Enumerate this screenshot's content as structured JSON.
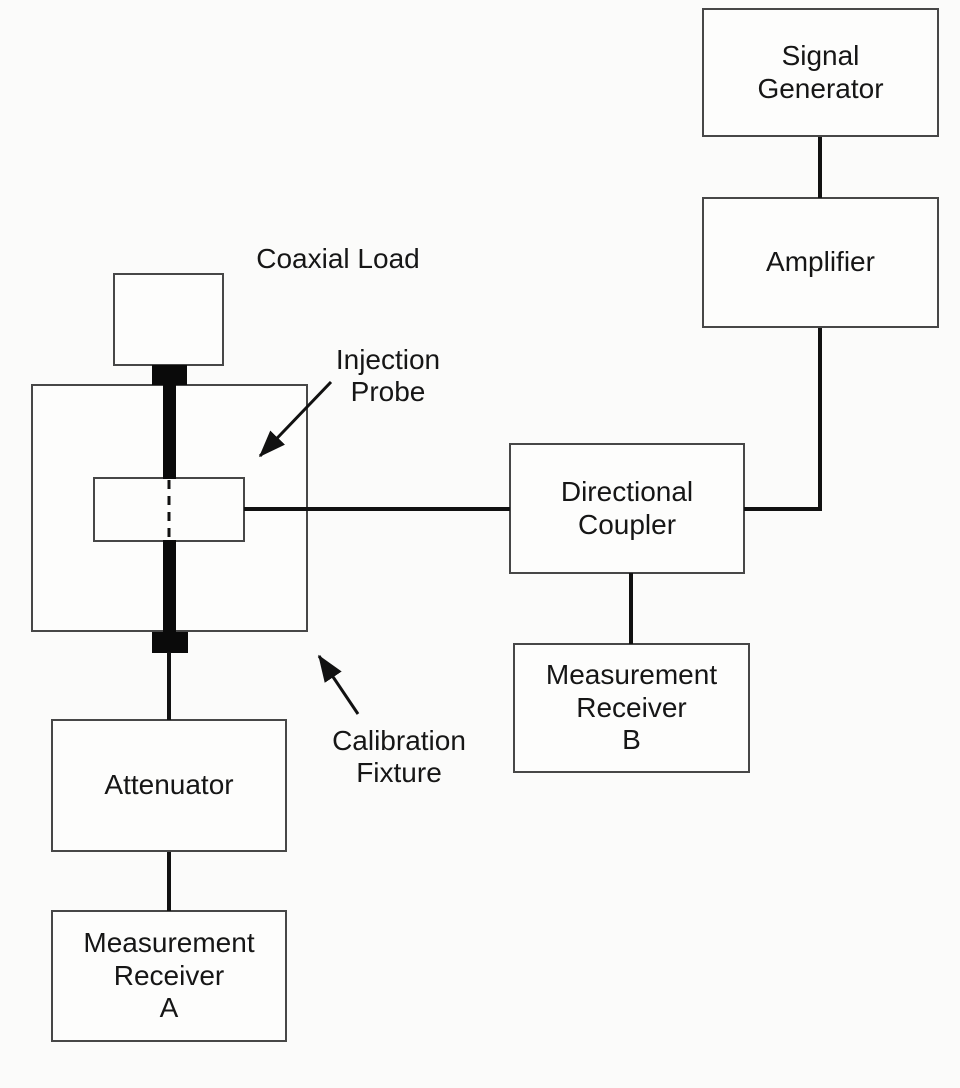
{
  "diagram": {
    "type": "block-diagram",
    "subject": "injection probe calibration setup",
    "colors": {
      "background": "#fbfbfa",
      "box_fill": "#fdfdfc",
      "box_border": "#474747",
      "wire": "#111111",
      "text": "#161616"
    },
    "boxes": {
      "signal_generator": {
        "label": "Signal\nGenerator"
      },
      "amplifier": {
        "label": "Amplifier"
      },
      "directional_coupler": {
        "label": "Directional\nCoupler"
      },
      "measurement_receiver_b": {
        "label": "Measurement\nReceiver\nB"
      },
      "attenuator": {
        "label": "Attenuator"
      },
      "measurement_receiver_a": {
        "label": "Measurement\nReceiver\nA"
      },
      "coaxial_load_box": {
        "label": ""
      },
      "calibration_fixture_box": {
        "label": ""
      },
      "injection_probe_box": {
        "label": ""
      }
    },
    "annotations": {
      "coaxial_load": {
        "label": "Coaxial Load"
      },
      "injection_probe": {
        "label": "Injection\nProbe"
      },
      "calibration_fixture": {
        "label": "Calibration\nFixture"
      }
    },
    "connections": [
      "Signal Generator - Amplifier",
      "Amplifier - Directional Coupler",
      "Directional Coupler - Injection Probe",
      "Directional Coupler - Measurement Receiver B",
      "Coaxial Load - Calibration Fixture line - Attenuator",
      "Attenuator - Measurement Receiver A"
    ]
  }
}
